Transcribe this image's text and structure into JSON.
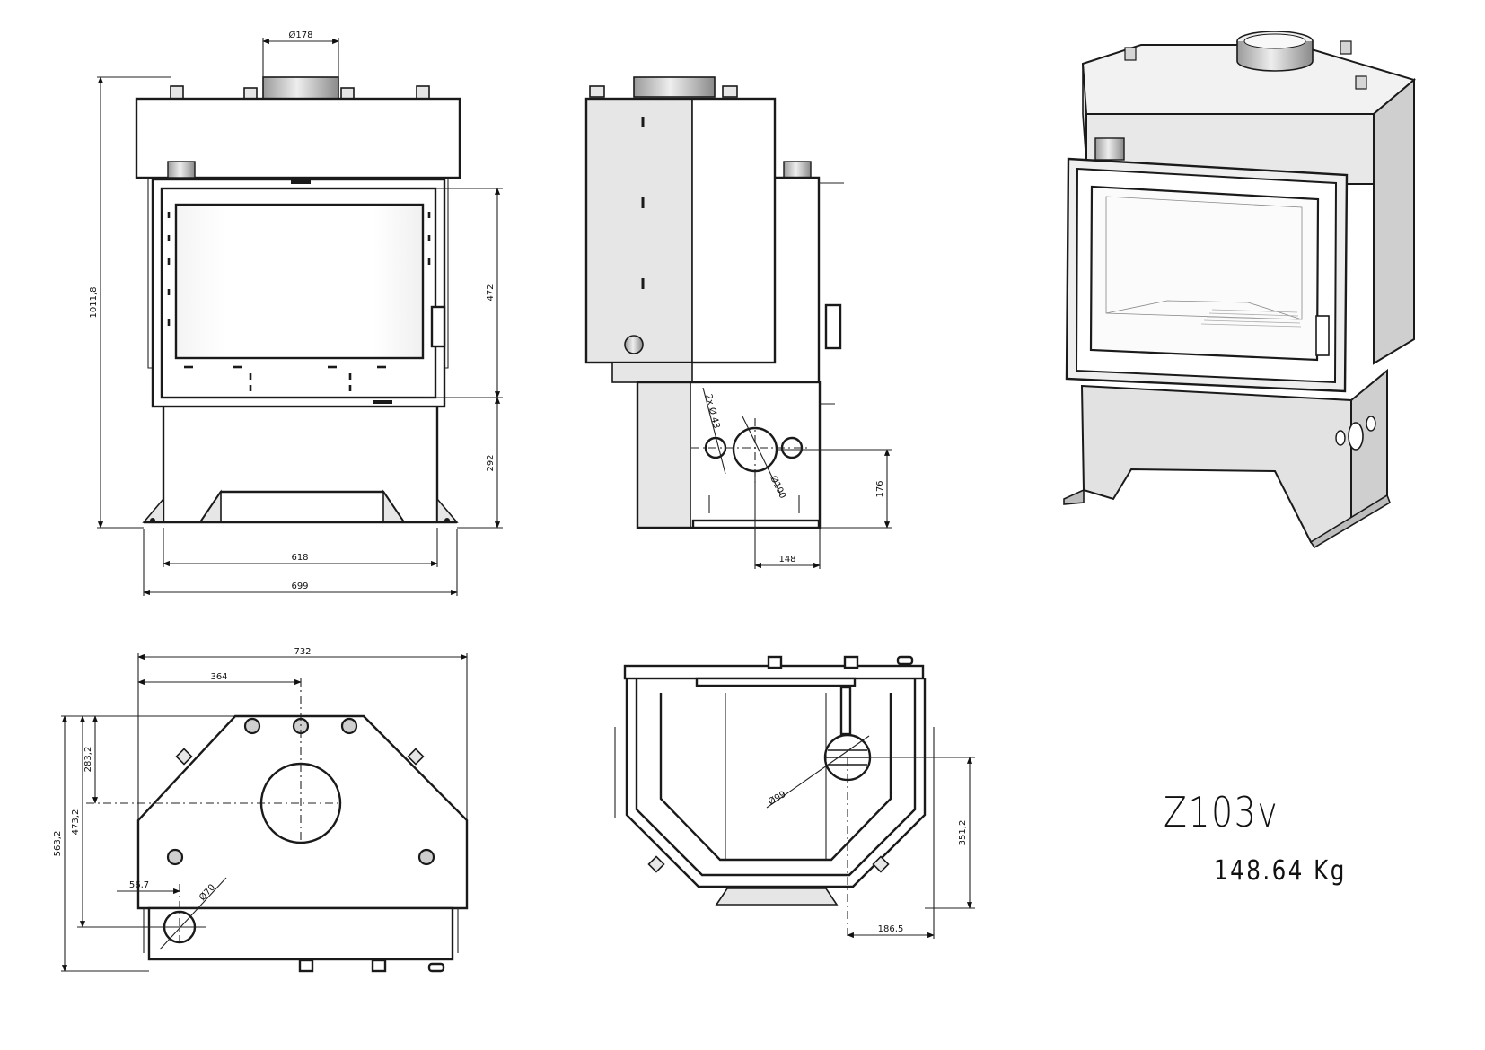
{
  "model": {
    "name": "Z103v",
    "weight": "148.64 Kg"
  },
  "dimensions": {
    "front": {
      "flue_diameter": "Ø178",
      "total_height": "1011,8",
      "glass_height": "472",
      "base_height": "292",
      "inner_width": "618",
      "outer_width": "699"
    },
    "side": {
      "holes": "2x Ø 43",
      "air_inlet_diameter": "Ø100",
      "inlet_height": "176",
      "inlet_offset": "148"
    },
    "top": {
      "total_width": "732",
      "flue_offset": "364",
      "flue_depth": "283,2",
      "mid_depth": "473,2",
      "total_depth": "563,2",
      "inlet_offset": "56,7",
      "inlet_diameter": "Ø70"
    },
    "bottom": {
      "inlet_diameter": "Ø99",
      "inlet_depth": "351,2",
      "inlet_offset": "186,5"
    }
  }
}
